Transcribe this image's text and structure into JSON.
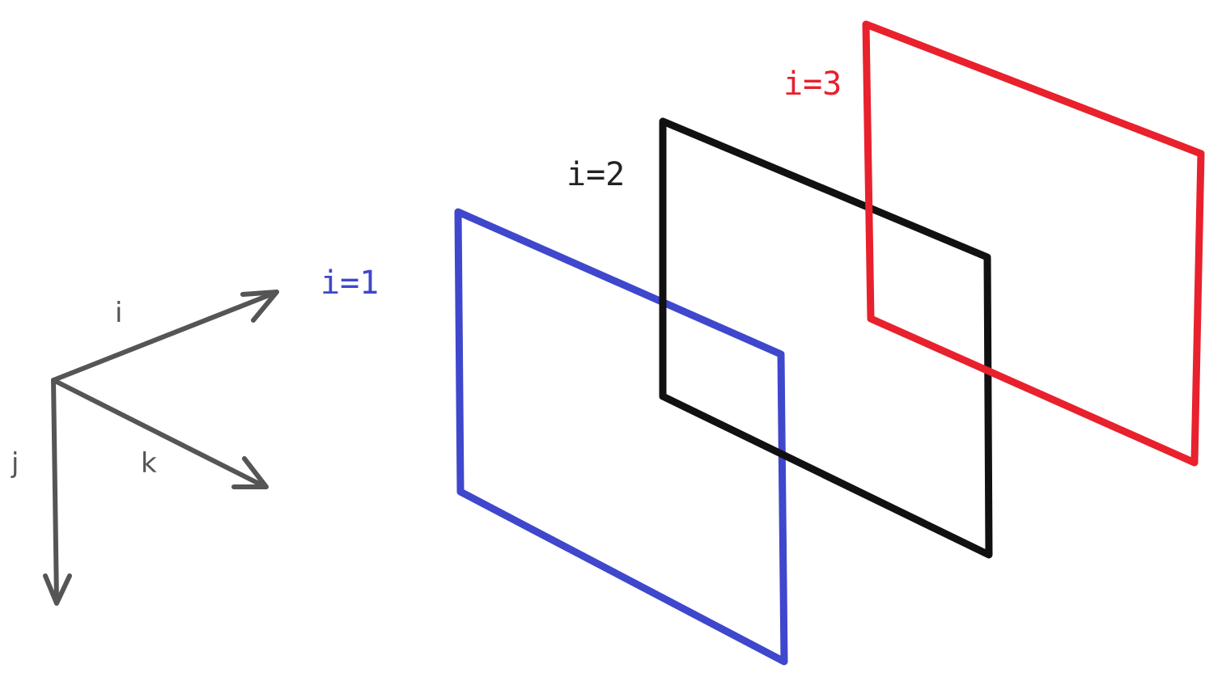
{
  "diagram": {
    "description": "Three parallel planes stacked along the i axis with a 3D coordinate frame",
    "axes": {
      "color": "#555555",
      "i_label": "i",
      "j_label": "j",
      "k_label": "k"
    },
    "planes": [
      {
        "label": "i=1",
        "color": "#3f47cc"
      },
      {
        "label": "i=2",
        "color": "#111111"
      },
      {
        "label": "i=3",
        "color": "#e8212d"
      }
    ]
  }
}
